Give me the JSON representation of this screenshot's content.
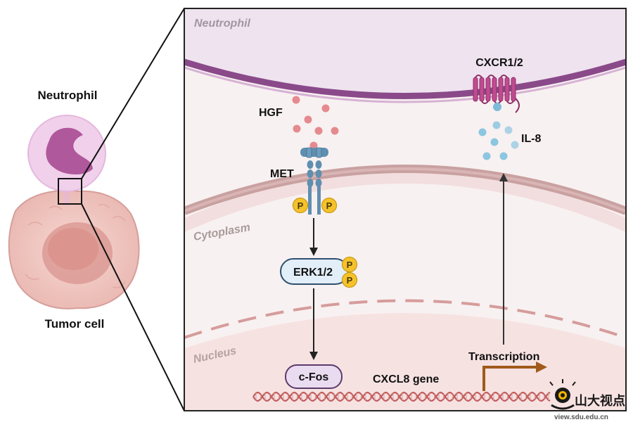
{
  "left_panel": {
    "neutrophil_label": "Neutrophil",
    "tumor_label": "Tumor cell"
  },
  "inset": {
    "region_neutrophil": "Neutrophil",
    "region_cytoplasm": "Cytoplasm",
    "region_nucleus": "Nucleus",
    "receptor_cxcr": "CXCR1/2",
    "ligand_hgf": "HGF",
    "receptor_met": "MET",
    "cytokine_il8": "IL-8",
    "kinase_erk": "ERK1/2",
    "phospho": "P",
    "tf_cfos": "c-Fos",
    "gene_cxcl8": "CXCL8 gene",
    "transcription": "Transcription"
  },
  "watermark": {
    "text": "山大视点",
    "url": "view.sdu.edu.cn"
  },
  "colors": {
    "membrane_purple": "#8a4a8a",
    "neutrophil_bg": "#efe3ef",
    "cytoplasm_bg": "#f8f1f1",
    "nucleus_bg": "#f7e0e0",
    "met_blue": "#5f8fb0",
    "hgf_red": "#e07f85",
    "il8_blue": "#8cc6e0",
    "phospho_yellow": "#f5c22c",
    "erk_fill": "#e2eef8",
    "cfos_fill": "#eadcf0",
    "transcription_brown": "#a05a1a"
  }
}
